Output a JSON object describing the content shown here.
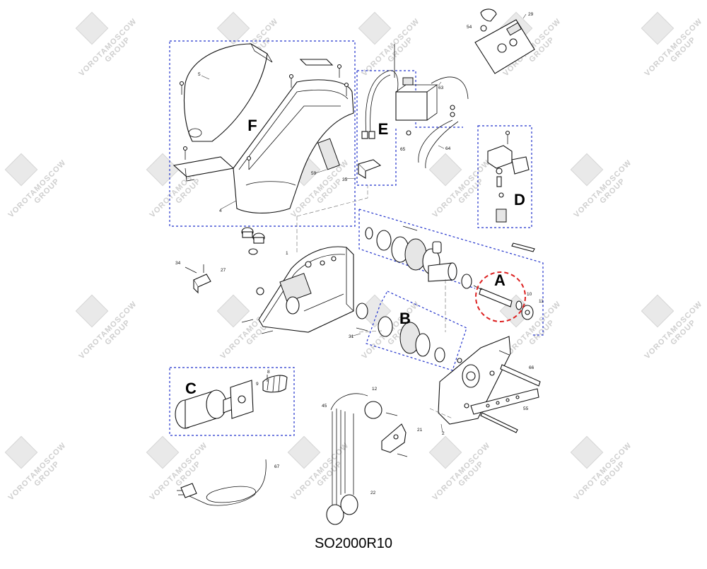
{
  "title": "SO2000R10",
  "watermark": "VOROTAMOSCOW",
  "watermark_sub": "GROUP",
  "group_letters": [
    "A",
    "B",
    "C",
    "D",
    "E",
    "F"
  ],
  "part_numbers": [
    "1",
    "2",
    "4",
    "5",
    "8",
    "9",
    "10",
    "11",
    "12",
    "21",
    "22",
    "27",
    "29",
    "31",
    "34",
    "35",
    "45",
    "54",
    "55",
    "59",
    "63",
    "64",
    "65",
    "66",
    "67"
  ],
  "colors": {
    "group_box": "#2233cc",
    "highlight": "#dd2222",
    "watermark": "#cfcfcf"
  }
}
